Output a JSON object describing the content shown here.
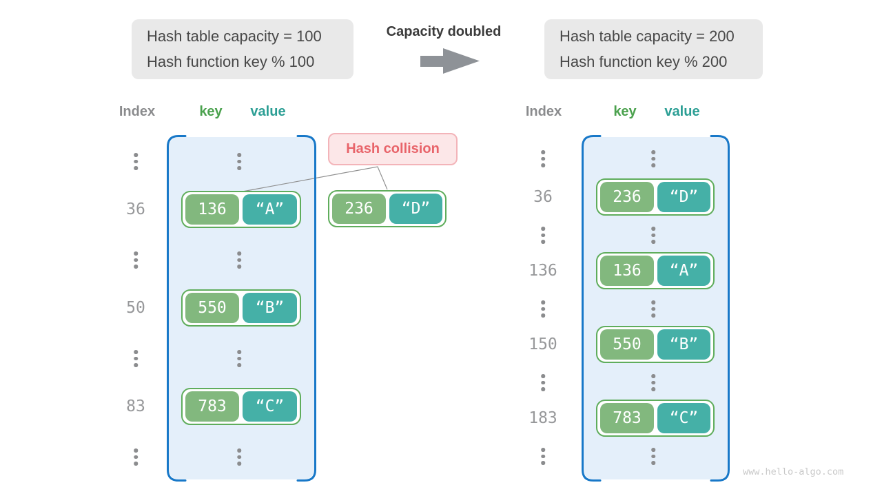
{
  "header": {
    "before_box": {
      "line1": "Hash table capacity = 100",
      "line2": "Hash function key % 100"
    },
    "transition_label": "Capacity doubled",
    "after_box": {
      "line1": "Hash table capacity = 200",
      "line2": "Hash function key % 200"
    }
  },
  "column_headers": {
    "index": "Index",
    "key": "key",
    "value": "value"
  },
  "before_table": {
    "entries": [
      {
        "index": "36",
        "key": "136",
        "value": "“A”"
      },
      {
        "index": "50",
        "key": "550",
        "value": "“B”"
      },
      {
        "index": "83",
        "key": "783",
        "value": "“C”"
      }
    ]
  },
  "after_table": {
    "entries": [
      {
        "index": "36",
        "key": "236",
        "value": "“D”"
      },
      {
        "index": "136",
        "key": "136",
        "value": "“A”"
      },
      {
        "index": "150",
        "key": "550",
        "value": "“B”"
      },
      {
        "index": "183",
        "key": "783",
        "value": "“C”"
      }
    ]
  },
  "collision": {
    "label": "Hash collision",
    "pair": {
      "key": "236",
      "value": "“D”"
    }
  },
  "watermark": "www.hello-algo.com",
  "colors": {
    "key_green": "#82b87e",
    "value_teal": "#45b0a7",
    "pair_border": "#5fad5c",
    "container_border": "#1878c8",
    "container_fill": "#e4effa",
    "collision_text": "#e8646a",
    "collision_fill": "#fce7e8",
    "collision_border": "#f3b4b9",
    "index_gray": "#97989a",
    "key_header_green": "#4aa14d",
    "value_header_teal": "#2b9e94",
    "arrow_gray": "#8e9297"
  }
}
